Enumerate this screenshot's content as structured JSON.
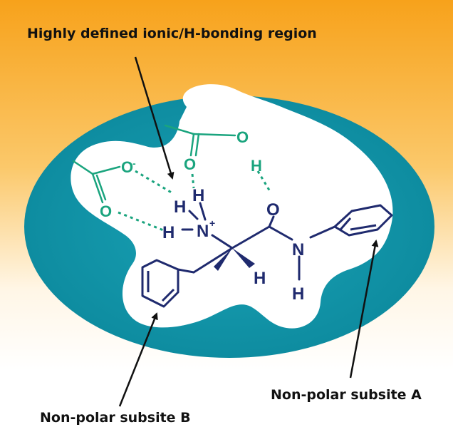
{
  "labels": {
    "top": "Highly defined ionic/H-bonding region",
    "subsite_a": "Non-polar subsite A",
    "subsite_b": "Non-polar subsite B"
  },
  "atoms": {
    "o_minus": "O",
    "o_minus_charge": "-",
    "o_left": "O",
    "o_top": "O",
    "o_top_right": "O",
    "h_green": "H",
    "h_nh3_top": "H",
    "h_nh3_left": "H",
    "h_nh3_bottom": "H",
    "n_plus": "N",
    "n_plus_charge": "+",
    "o_carbonyl": "O",
    "n_amide": "N",
    "h_amide": "H",
    "h_alpha": "H"
  },
  "colors": {
    "background_top": "#f7a21b",
    "background_bottom": "#ffffff",
    "pocket_outer": "#0f93a8",
    "pocket_white": "#ffffff",
    "molecule": "#1f2a6e",
    "hbond_green": "#1aa47e",
    "arrow": "#111111"
  }
}
